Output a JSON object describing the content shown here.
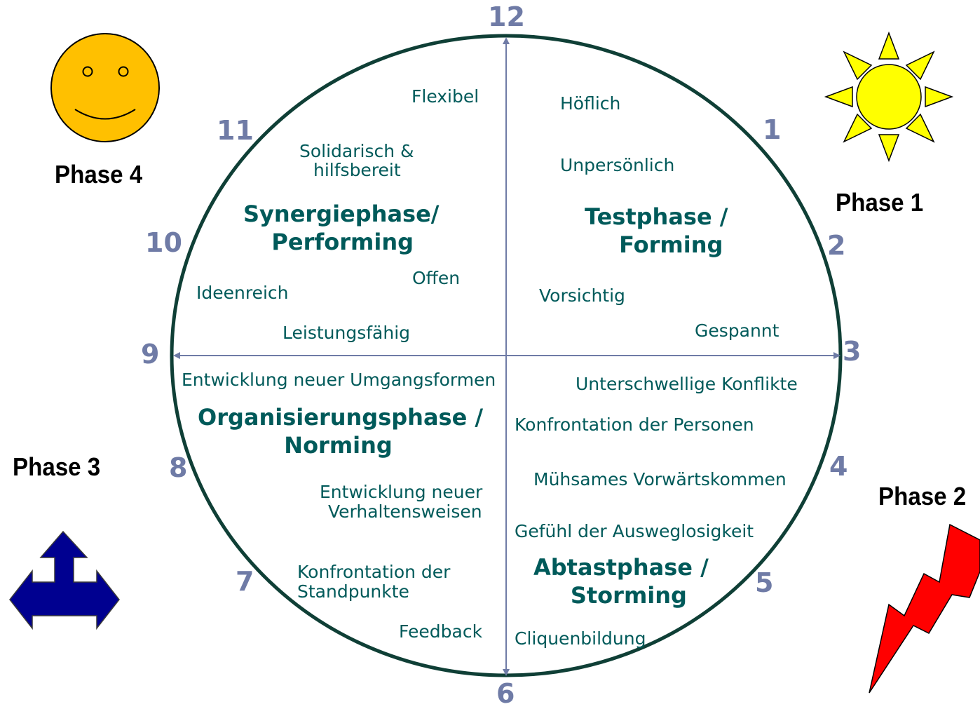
{
  "clock_numbers": {
    "n12": "12",
    "n1": "1",
    "n2": "2",
    "n3": "3",
    "n4": "4",
    "n5": "5",
    "n6": "6",
    "n7": "7",
    "n8": "8",
    "n9": "9",
    "n10": "10",
    "n11": "11"
  },
  "phases": {
    "phase1": "Phase 1",
    "phase2": "Phase 2",
    "phase3": "Phase 3",
    "phase4": "Phase 4"
  },
  "quadrants": {
    "forming": {
      "title_line1": "Testphase /",
      "title_line2": "Forming",
      "words": [
        "Höflich",
        "Unpersönlich",
        "Vorsichtig",
        "Gespannt"
      ]
    },
    "storming": {
      "title_line1": "Abtastphase /",
      "title_line2": "Storming",
      "words": [
        "Unterschwellige Konflikte",
        "Konfrontation der Personen",
        "Mühsames Vorwärtskommen",
        "Gefühl der Ausweglosigkeit",
        "Cliquenbildung"
      ]
    },
    "norming": {
      "title_line1": "Organisierungsphase /",
      "title_line2": "Norming",
      "words": [
        "Entwicklung neuer Umgangsformen",
        "Entwicklung neuer",
        "Verhaltensweisen",
        "Konfrontation der",
        "Standpunkte",
        "Feedback"
      ]
    },
    "performing": {
      "title_line1": "Synergiephase/",
      "title_line2": "Performing",
      "words": [
        "Flexibel",
        "Solidarisch &",
        "hilfsbereit",
        "Offen",
        "Ideenreich",
        "Leistungsfähig"
      ]
    }
  },
  "colors": {
    "circle": "#0f3f36",
    "axes": "#6f7ba6",
    "numbers": "#6f7ba6",
    "text": "#005a5a",
    "sun": "#ffff00",
    "smiley": "#ffc000",
    "lightning": "#ff0000",
    "arrow": "#000090"
  },
  "icons": {
    "phase1": "sun-icon",
    "phase2": "lightning-icon",
    "phase3": "three-way-arrow-icon",
    "phase4": "smiley-icon"
  }
}
